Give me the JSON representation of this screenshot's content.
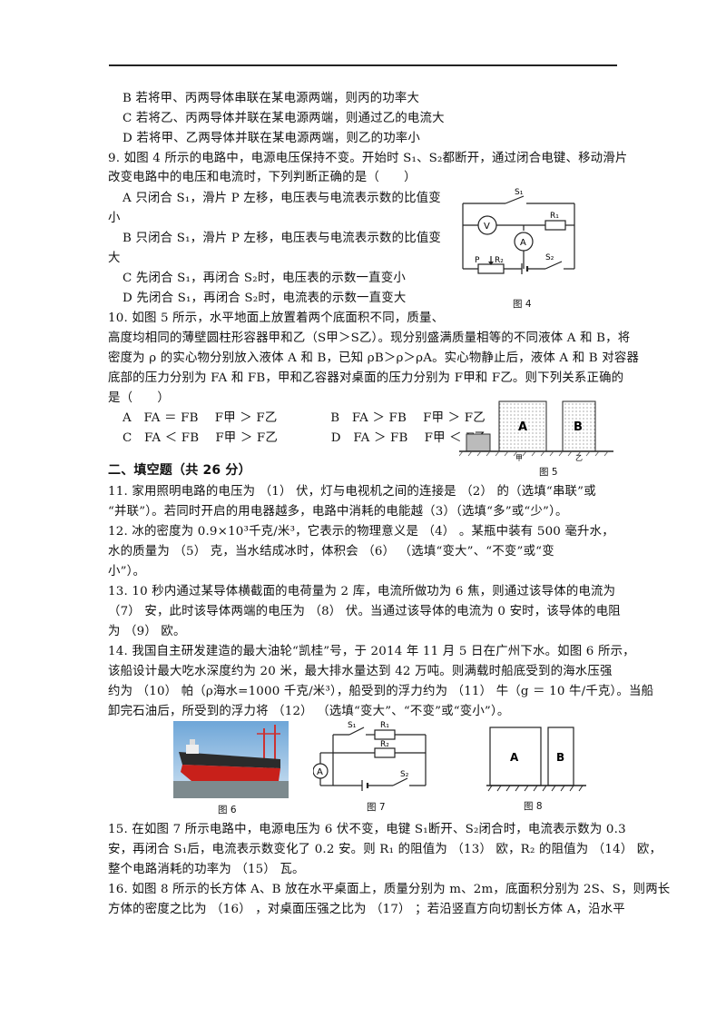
{
  "lines": [
    "B 若将甲、丙两导体串联在某电源两端，则丙的功率大",
    "C 若将乙、丙两导体并联在某电源两端，则通过乙的电流大",
    "D 若将甲、乙两导体并联在某电源两端，则乙的功率小",
    "9. 如图 4 所示的电路中，电源电压保持不变。开始时 S₁、S₂都断开，通过闭合电键、移动滑片",
    "改变电路中的电压和电流时，下列判断正确的是（　　）",
    "A 只闭合 S₁，滑片 P 左移，电压表与电流表示数的比值变",
    "小",
    "B 只闭合 S₁，滑片 P 左移，电压表与电流表示数的比值变",
    "大",
    "C 先闭合 S₁，再闭合 S₂时，电压表的示数一直变小",
    "D 先闭合 S₁，再闭合 S₂时，电流表的示数一直变大",
    "10. 如图 5 所示，水平地面上放置着两个底面积不同，质量、",
    "高度均相同的薄壁圆柱形容器甲和乙（S甲＞S乙）。现分别盛满质量相等的不同液体 A 和 B，将",
    "密度为 ρ 的实心物分别放入液体 A 和 B，已知 ρB＞ρ＞ρA。实心物静止后，液体 A 和 B 对容器",
    "底部的压力分别为 FA 和 FB，甲和乙容器对桌面的压力分别为 F甲和 F乙。则下列关系正确的",
    "是（　　）",
    "A　FA ＝ FB　 F甲 ＞ F乙　　　　 B　FA ＞ FB　 F甲 ＞ F乙",
    "C　FA ＜ FB　 F甲 ＞ F乙　　　　 D　FA ＞ FB　 F甲 ＜ F乙",
    "二、填空题（共 26 分）",
    "11. 家用照明电路的电压为 （1） 伏，灯与电视机之间的连接是 （2） 的（选填“串联”或",
    "“并联”）。若同时开启的用电器越多，电路中消耗的电能越（3）（选填“多”或“少”）。",
    "12. 冰的密度为 0.9×10³千克/米³，它表示的物理意义是 （4） 。某瓶中装有 500 毫升水，",
    "水的质量为 （5） 克，当水结成冰时，体积会 （6） （选填“变大”、“不变”或“变",
    "小”）。",
    "13. 10 秒内通过某导体横截面的电荷量为 2 库，电流所做功为 6 焦，则通过该导体的电流为",
    "（7） 安，此时该导体两端的电压为 （8） 伏。当通过该导体的电流为 0 安时，该导体的电阻",
    "为 （9） 欧。",
    "14. 我国自主研发建造的最大油轮“凯桂”号，于 2014 年 11 月 5 日在广州下水。如图 6 所示，",
    "该船设计最大吃水深度约为 20 米，最大排水量达到 42 万吨。则满载时船底受到的海水压强",
    "约为 （10） 帕（ρ海水=1000 千克/米³），船受到的浮力约为 （11） 牛（g ＝ 10 牛/千克）。当船",
    "卸完石油后，所受到的浮力将 （12） （选填“变大”、“不变”或“变小”）。",
    "15. 在如图 7 所示电路中，电源电压为 6 伏不变，电键 S₁断开、S₂闭合时，电流表示数为 0.3",
    "安，再闭合 S₁后，电流表示数变化了 0.2 安。则 R₁ 的阻值为 （13） 欧，R₂ 的阻值为 （14） 欧，",
    "整个电路消耗的功率为 （15） 瓦。",
    "16. 如图 8 所示的长方体 A、B 放在水平桌面上，质量分别为 m、2m，底面积分别为 2S、S，则两长",
    "方体的密度之比为 （16） ，对桌面压强之比为 （17） ；若沿竖直方向切割长方体 A，沿水平"
  ],
  "fig4": {
    "caption": "图 4",
    "s1": "S₁",
    "r1": "R₁",
    "v": "V",
    "a": "A",
    "p": "P",
    "r2": "R₂",
    "s2": "S₂"
  },
  "fig5": {
    "caption": "图 5",
    "left": "甲",
    "right": "乙",
    "a": "A",
    "b": "B"
  },
  "fig6": {
    "caption": "图 6"
  },
  "fig7": {
    "caption": "图 7",
    "s1": "S₁",
    "r1": "R₁",
    "r2": "R₂",
    "a": "A",
    "s2": "S₂"
  },
  "fig8": {
    "caption": "图 8",
    "a": "A",
    "b": "B"
  }
}
